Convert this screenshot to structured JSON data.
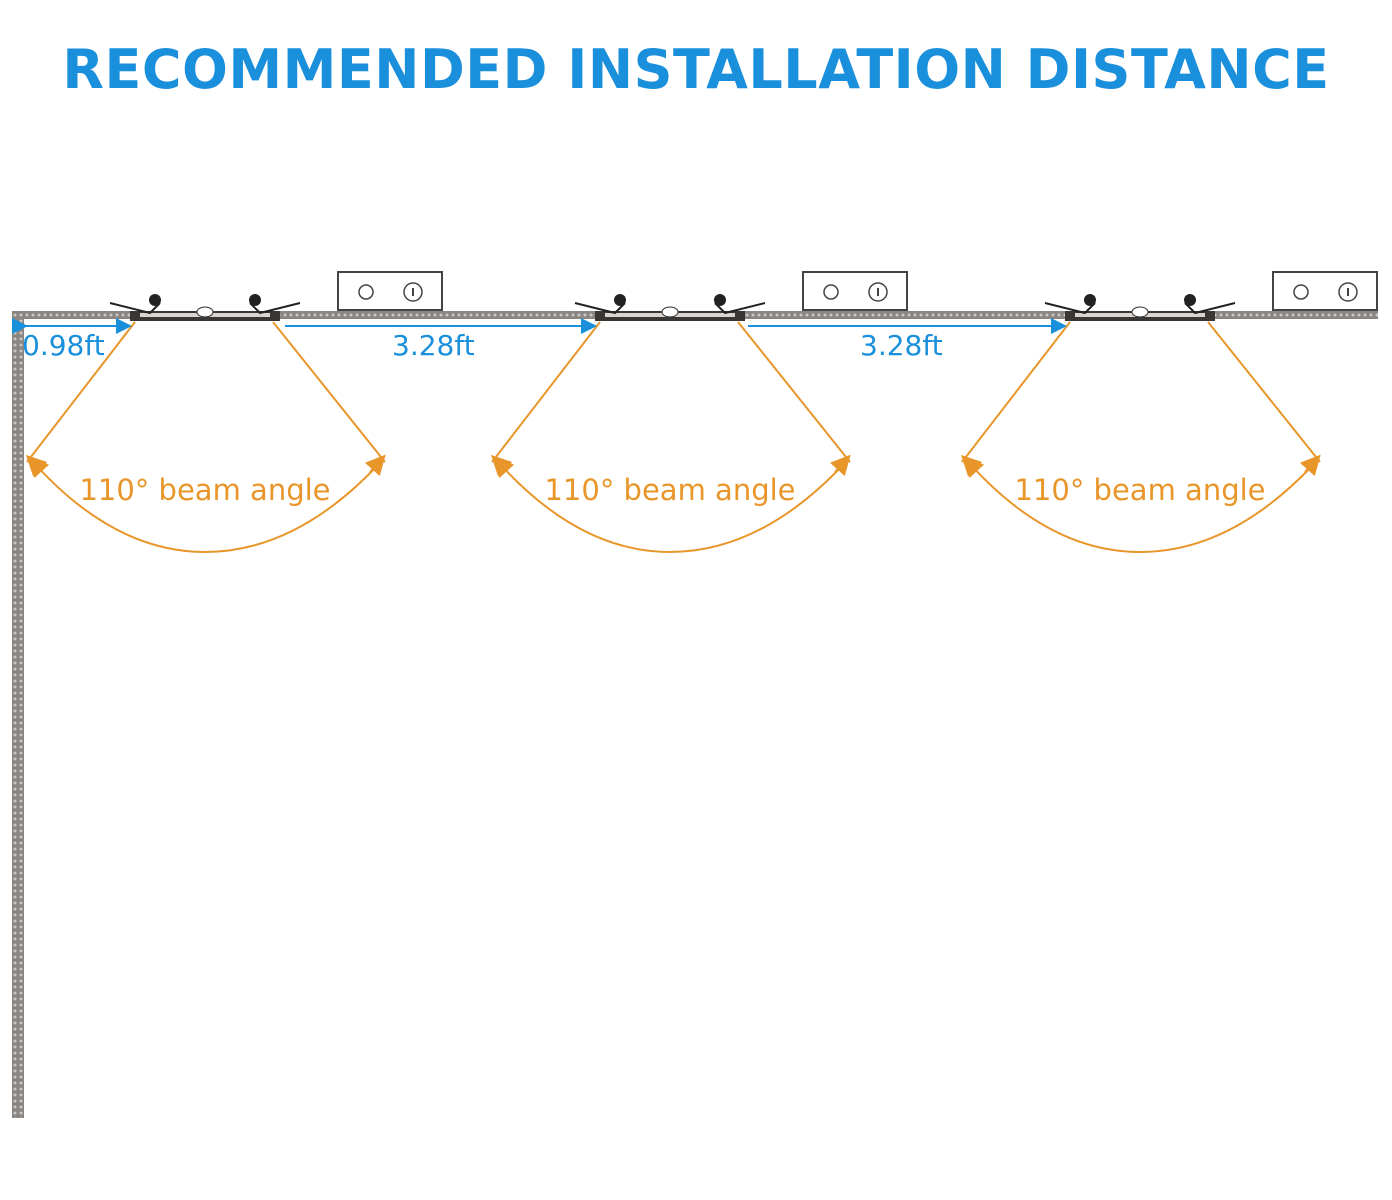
{
  "title": "RECOMMENDED INSTALLATION DISTANCE",
  "dimensions": {
    "wall_offset": "0.98ft",
    "spacing_1": "3.28ft",
    "spacing_2": "3.28ft"
  },
  "lights": [
    {
      "beam_label": "110° beam angle"
    },
    {
      "beam_label": "110° beam angle"
    },
    {
      "beam_label": "110° beam angle"
    }
  ],
  "colors": {
    "title": "#1a8fdc",
    "dimension": "#1a8fdc",
    "beam": "#e8962a",
    "structure": "#6e6a68"
  }
}
